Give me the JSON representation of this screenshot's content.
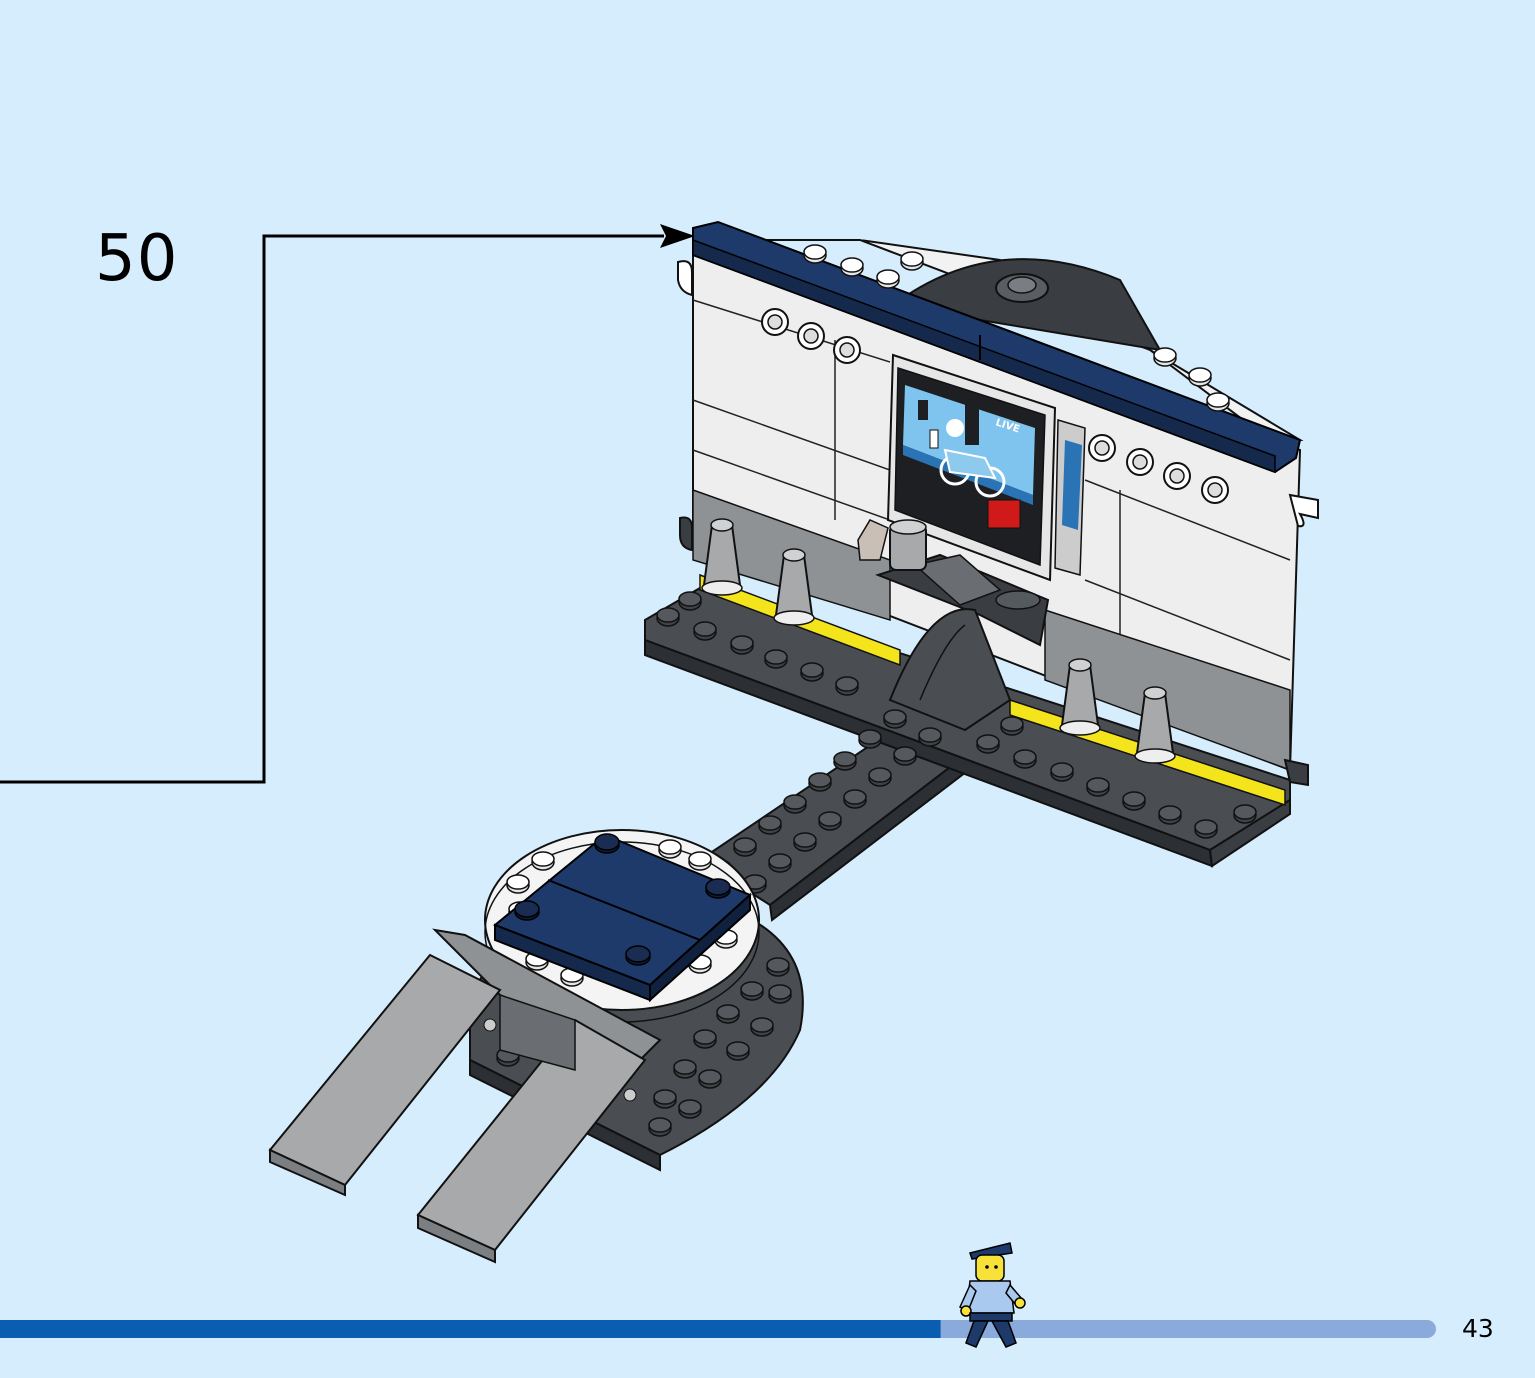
{
  "step": {
    "number": "50"
  },
  "page": {
    "number": "43"
  },
  "screen": {
    "live_label": "LIVE"
  },
  "progress": {
    "fraction": 0.655
  },
  "colors": {
    "background": "#d6edfd",
    "progress_done": "#0a5db1",
    "progress_remaining": "#8aaadc",
    "brick_dark_blue": "#1e3a6b",
    "brick_dark_gray": "#555a5f",
    "brick_light_gray": "#a7a9ab",
    "brick_white": "#f4f4f4",
    "brick_yellow": "#f4e41c",
    "brick_red": "#d01a1a"
  },
  "icons": [
    "callout-arrow-icon",
    "minifig-police-officer-icon"
  ]
}
